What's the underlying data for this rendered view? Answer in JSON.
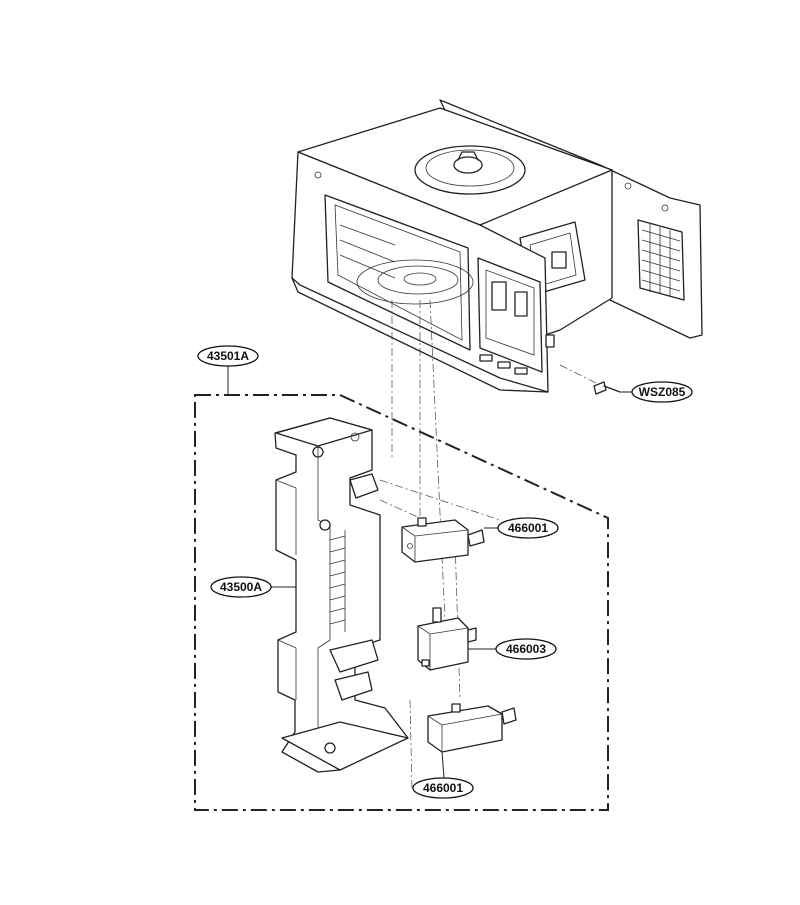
{
  "labels": {
    "assembly_interlock": "43501A",
    "interlock_frame": "43500A",
    "switch_top": "466001",
    "switch_middle": "466003",
    "switch_bottom": "466001",
    "screw": "WSZ085"
  }
}
